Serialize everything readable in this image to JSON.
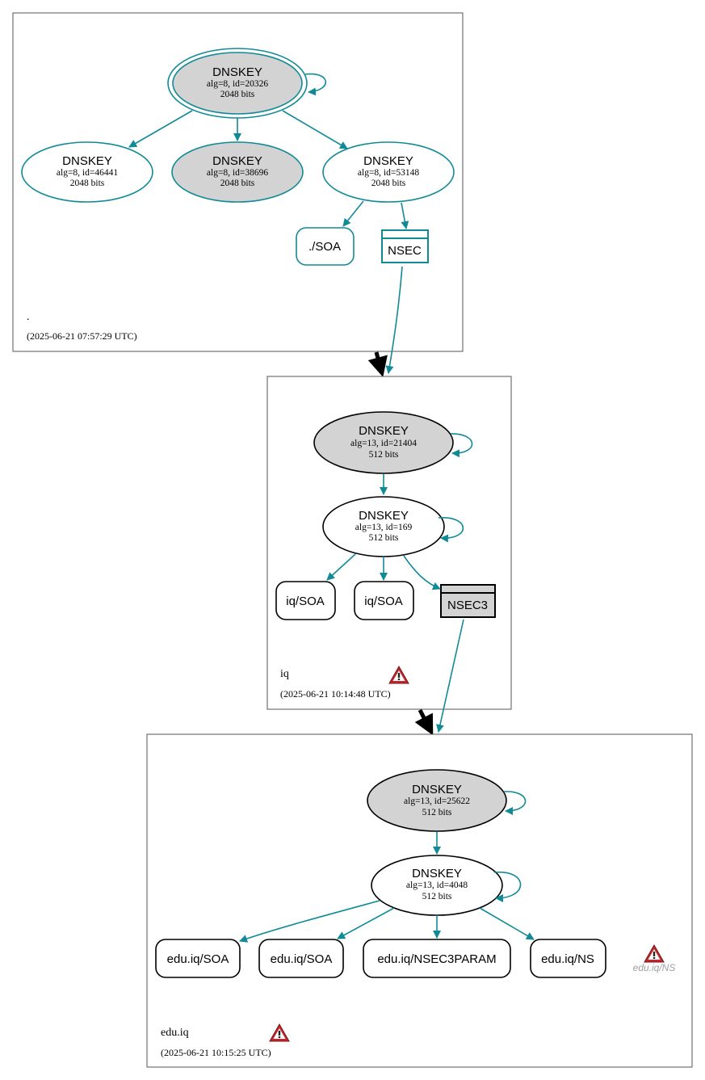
{
  "zones": {
    "root": {
      "name": ".",
      "timestamp": "(2025-06-21 07:57:29 UTC)",
      "ksk": {
        "title": "DNSKEY",
        "line1": "alg=8, id=20326",
        "line2": "2048 bits"
      },
      "key_a": {
        "title": "DNSKEY",
        "line1": "alg=8, id=46441",
        "line2": "2048 bits"
      },
      "key_b": {
        "title": "DNSKEY",
        "line1": "alg=8, id=38696",
        "line2": "2048 bits"
      },
      "zsk": {
        "title": "DNSKEY",
        "line1": "alg=8, id=53148",
        "line2": "2048 bits"
      },
      "soa": "./SOA",
      "nsec": "NSEC"
    },
    "iq": {
      "name": "iq",
      "timestamp": "(2025-06-21 10:14:48 UTC)",
      "ksk": {
        "title": "DNSKEY",
        "line1": "alg=13, id=21404",
        "line2": "512 bits"
      },
      "zsk": {
        "title": "DNSKEY",
        "line1": "alg=13, id=169",
        "line2": "512 bits"
      },
      "soa1": "iq/SOA",
      "soa2": "iq/SOA",
      "nsec3": "NSEC3"
    },
    "eduiq": {
      "name": "edu.iq",
      "timestamp": "(2025-06-21 10:15:25 UTC)",
      "ksk": {
        "title": "DNSKEY",
        "line1": "alg=13, id=25622",
        "line2": "512 bits"
      },
      "zsk": {
        "title": "DNSKEY",
        "line1": "alg=13, id=4048",
        "line2": "512 bits"
      },
      "soa1": "edu.iq/SOA",
      "soa2": "edu.iq/SOA",
      "nsec3param": "edu.iq/NSEC3PARAM",
      "ns": "edu.iq/NS",
      "ns_warning": "edu.iq/NS"
    }
  },
  "colors": {
    "edge": "#128a96",
    "node_fill_grey": "#d3d3d3",
    "warning_red": "#c0282d"
  }
}
